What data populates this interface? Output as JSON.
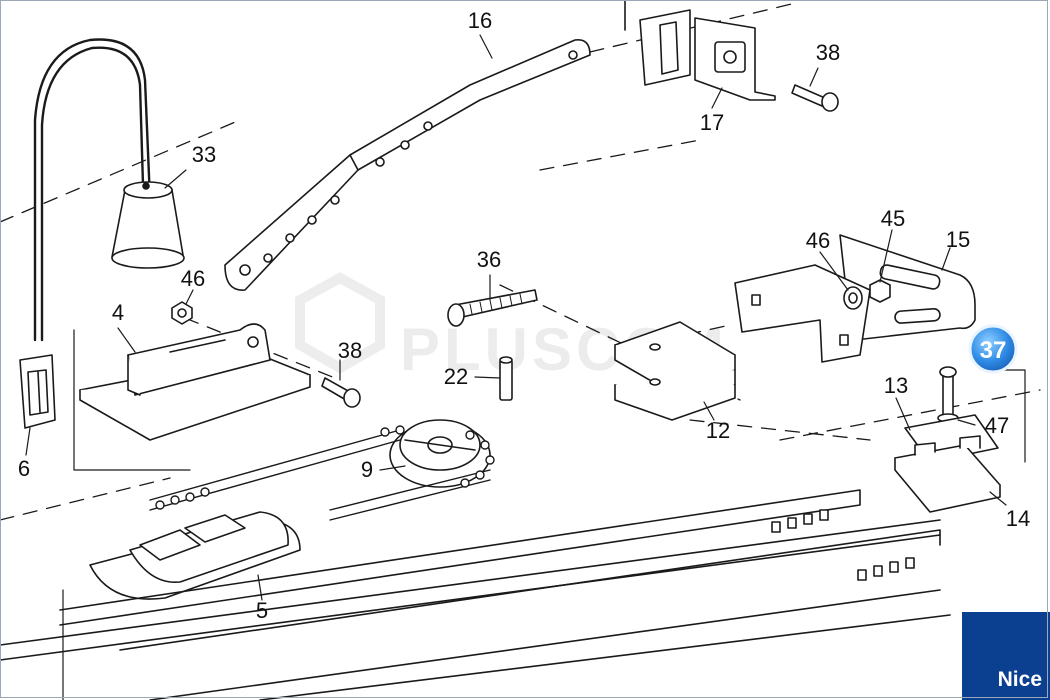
{
  "diagram": {
    "watermark": "PLUSCOM",
    "highlight_color": "#2f8be6",
    "line_color": "#1a1a1a",
    "parts": [
      {
        "id": "p16",
        "label": "16"
      },
      {
        "id": "p38a",
        "label": "38"
      },
      {
        "id": "p17",
        "label": "17"
      },
      {
        "id": "p33",
        "label": "33"
      },
      {
        "id": "p46a",
        "label": "46"
      },
      {
        "id": "p4",
        "label": "4"
      },
      {
        "id": "p38b",
        "label": "38"
      },
      {
        "id": "p6",
        "label": "6"
      },
      {
        "id": "p36",
        "label": "36"
      },
      {
        "id": "p22",
        "label": "22"
      },
      {
        "id": "p12",
        "label": "12"
      },
      {
        "id": "p9",
        "label": "9"
      },
      {
        "id": "p5",
        "label": "5"
      },
      {
        "id": "p46b",
        "label": "46"
      },
      {
        "id": "p45",
        "label": "45"
      },
      {
        "id": "p15",
        "label": "15"
      },
      {
        "id": "p37",
        "label": "37"
      },
      {
        "id": "p13",
        "label": "13"
      },
      {
        "id": "p47",
        "label": "47"
      },
      {
        "id": "p14",
        "label": "14"
      }
    ]
  },
  "brand": {
    "logo_text": "Nice",
    "logo_color": "#0b3f8f"
  }
}
